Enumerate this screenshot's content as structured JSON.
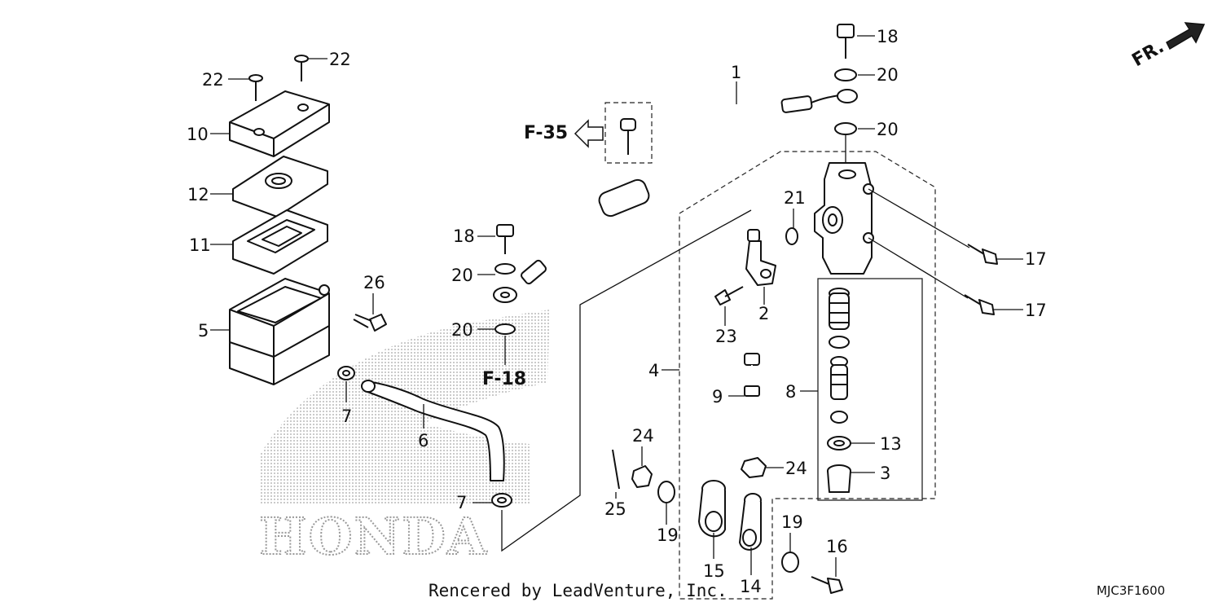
{
  "diagram": {
    "watermark_brand": "HONDA",
    "credit": "Rencered by LeadVenture, Inc.",
    "diagram_code": "MJC3F1600",
    "direction_label": "FR.",
    "refs": {
      "f35": "F-35",
      "f18": "F-18"
    },
    "callouts": {
      "c1": "1",
      "c2": "2",
      "c3": "3",
      "c4": "4",
      "c5": "5",
      "c6": "6",
      "c7a": "7",
      "c7b": "7",
      "c8": "8",
      "c9": "9",
      "c10": "10",
      "c11": "11",
      "c12": "12",
      "c13": "13",
      "c14": "14",
      "c15": "15",
      "c16": "16",
      "c17a": "17",
      "c17b": "17",
      "c18a": "18",
      "c18b": "18",
      "c19a": "19",
      "c19b": "19",
      "c20a": "20",
      "c20b": "20",
      "c20c": "20",
      "c20d": "20",
      "c21": "21",
      "c22a": "22",
      "c22b": "22",
      "c23": "23",
      "c24a": "24",
      "c24b": "24",
      "c25": "25",
      "c26": "26"
    }
  }
}
